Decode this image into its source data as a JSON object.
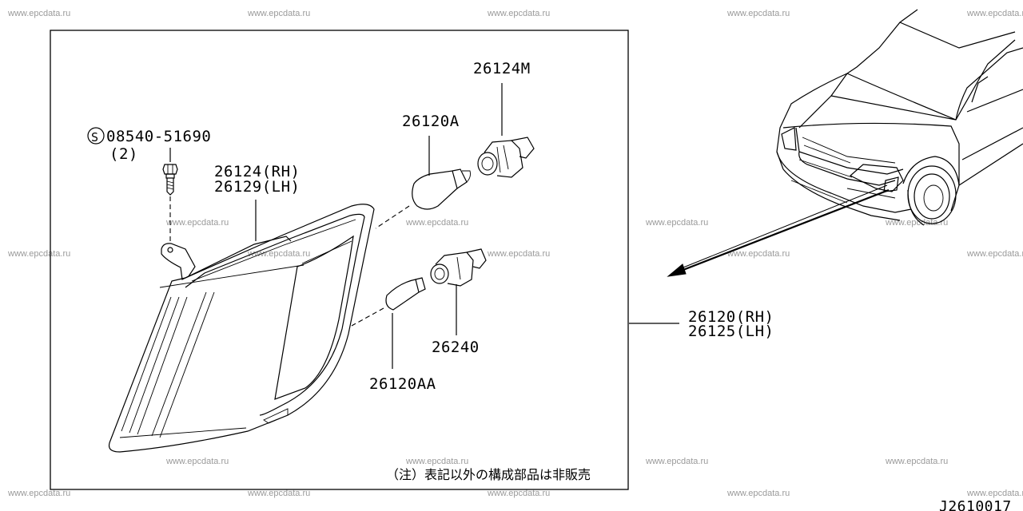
{
  "watermark": "www.epcdata.ru",
  "callouts": {
    "screw_symbol": "S",
    "screw_part": "08540-51690",
    "screw_qty": "(2)",
    "socket_top": "26124M",
    "bulb_top": "26120A",
    "lamp_housing_rh": "26124(RH)",
    "lamp_housing_lh": "26129(LH)",
    "socket_bottom": "26240",
    "bulb_bottom": "26120AA",
    "assembly_rh": "26120(RH)",
    "assembly_lh": "26125(LH)"
  },
  "note": "（注）表記以外の構成部品は非販売",
  "diagram_code": "J2610017"
}
